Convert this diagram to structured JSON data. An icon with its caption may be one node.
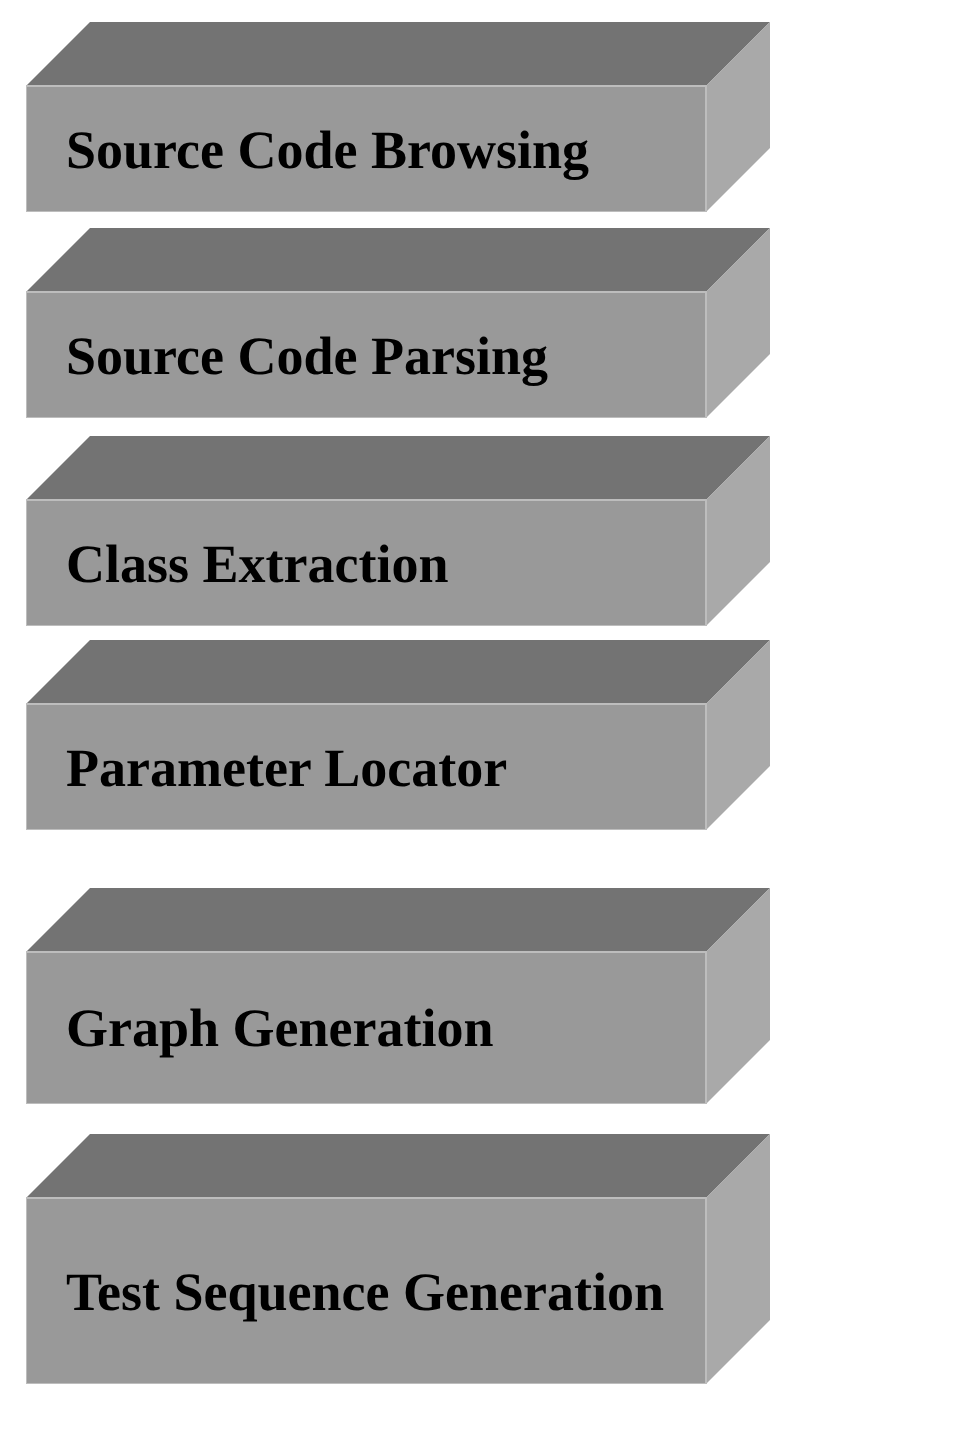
{
  "diagram": {
    "nodes": [
      {
        "text": [
          "Source Code Browsing"
        ]
      },
      {
        "text": [
          "Source Code Parsing"
        ]
      },
      {
        "text": [
          "Class Extraction"
        ]
      },
      {
        "text": [
          "Parameter Locator"
        ]
      },
      {
        "text": [
          "Graph Generation"
        ]
      },
      {
        "text": [
          "Test Sequence Generation"
        ]
      }
    ]
  }
}
